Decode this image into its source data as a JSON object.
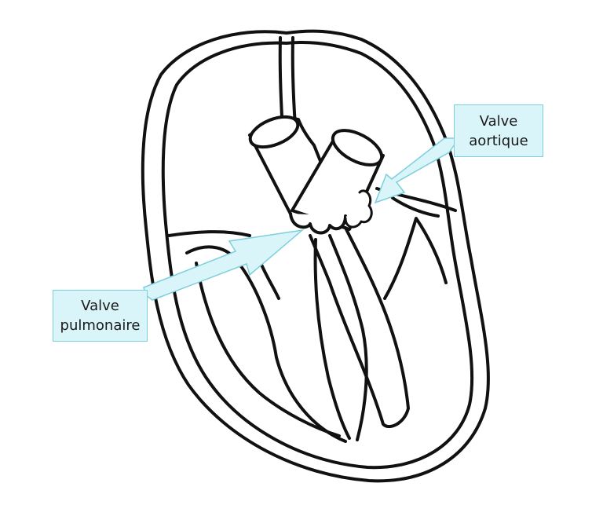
{
  "labels": {
    "aortic_valve": {
      "line1": "Valve",
      "line2": "aortique"
    },
    "pulmonary_valve": {
      "line1": "Valve",
      "line2": "pulmonaire"
    }
  },
  "colors": {
    "outline": "#111111",
    "callout_fill": "#d9f5f9",
    "callout_border": "#7ccfdc",
    "valve_fill": "#ffffff"
  }
}
